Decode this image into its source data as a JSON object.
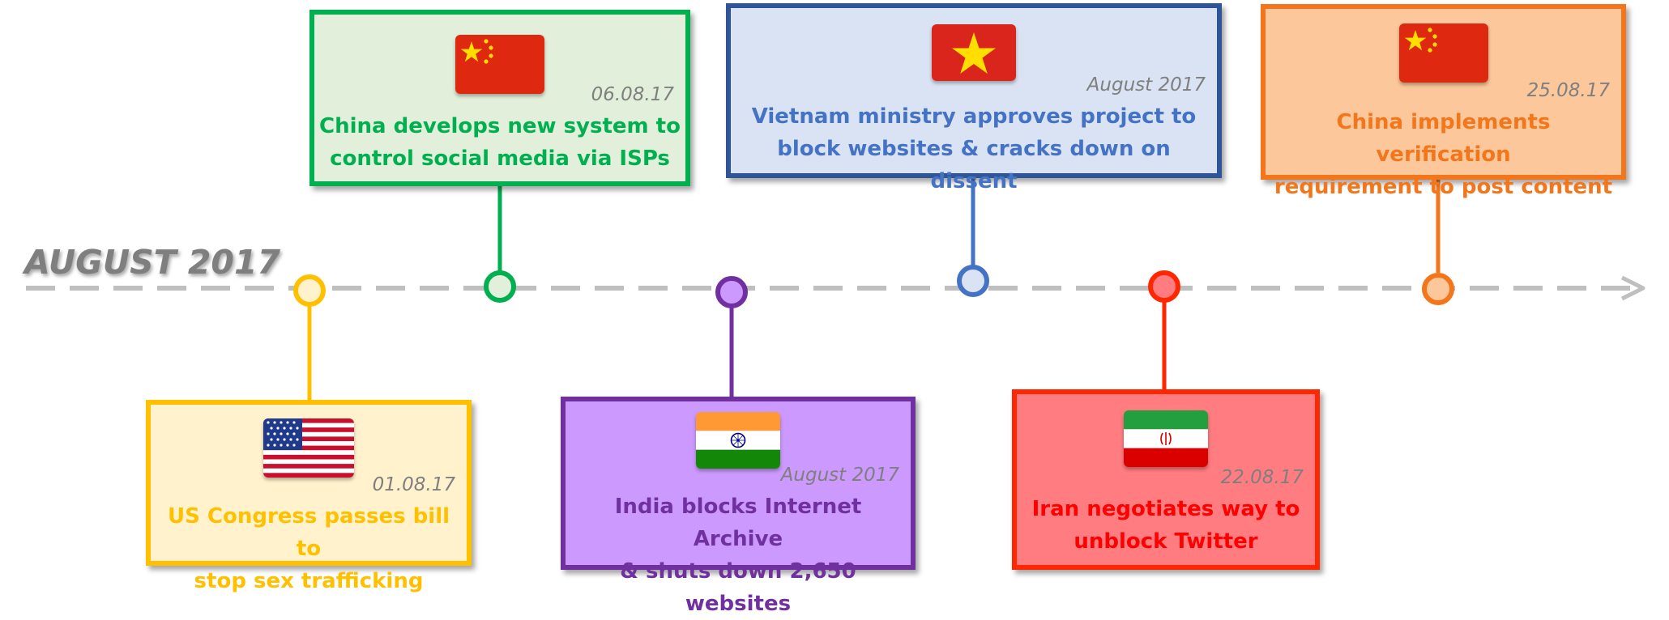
{
  "timeline": {
    "title": "AUGUST 2017",
    "line_color": "#bfbfbf"
  },
  "events": [
    {
      "id": "us",
      "date": "01.08.17",
      "line1": "US Congress passes bill to",
      "line2": "stop sex trafficking",
      "country": "United States",
      "flag_icon": "us-flag-icon",
      "color": "#ffc000",
      "fill": "#fff2cc",
      "text_color": "#ffc000",
      "position": "below"
    },
    {
      "id": "china1",
      "date": "06.08.17",
      "line1": "China develops new system to",
      "line2": "control social media via ISPs",
      "country": "China",
      "flag_icon": "china-flag-icon",
      "color": "#00b050",
      "fill": "#e2efda",
      "text_color": "#00b050",
      "position": "above"
    },
    {
      "id": "india",
      "date": "August 2017",
      "line1": "India blocks Internet Archive",
      "line2": "& shuts down 2,650 websites",
      "country": "India",
      "flag_icon": "india-flag-icon",
      "color": "#7030a0",
      "fill": "#cc99ff",
      "text_color": "#7030a0",
      "position": "below"
    },
    {
      "id": "vietnam",
      "date": "August 2017",
      "line1": "Vietnam ministry approves project to",
      "line2": "block websites & cracks down on dissent",
      "country": "Vietnam",
      "flag_icon": "vietnam-flag-icon",
      "color": "#2f5597",
      "fill": "#dae3f3",
      "text_color": "#4472c4",
      "position": "above"
    },
    {
      "id": "iran",
      "date": "22.08.17",
      "line1": "Iran negotiates way to",
      "line2": "unblock Twitter",
      "country": "Iran",
      "flag_icon": "iran-flag-icon",
      "color": "#ff2600",
      "fill": "#ff7c80",
      "text_color": "#ff0000",
      "position": "below"
    },
    {
      "id": "china2",
      "date": "25.08.17",
      "line1": "China implements verification",
      "line2": "requirement to post content",
      "country": "China",
      "flag_icon": "china-flag-icon",
      "color": "#f4761b",
      "fill": "#fcc89b",
      "text_color": "#f4761b",
      "position": "above"
    }
  ]
}
